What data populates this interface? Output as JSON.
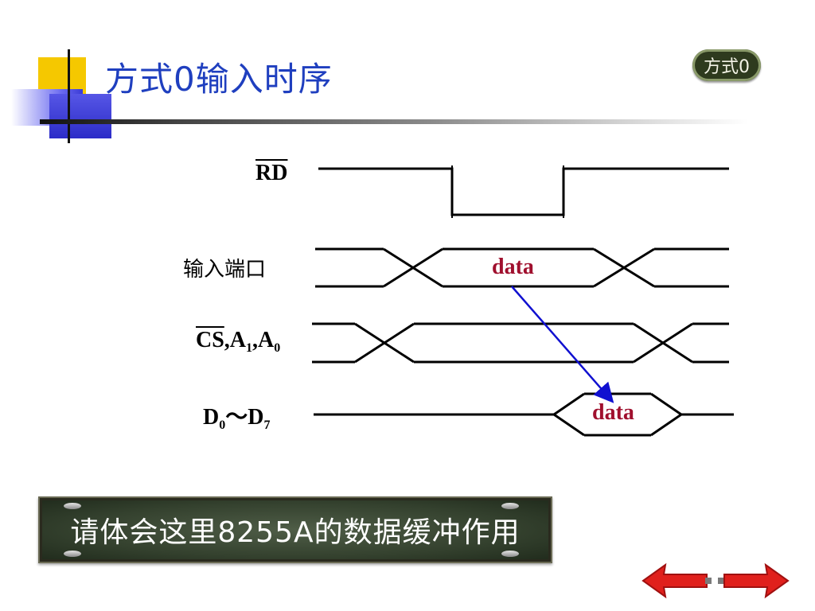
{
  "slide": {
    "title": "方式0输入时序",
    "badge": "方式0",
    "footer_note": "请体会这里8255A的数据缓冲作用"
  },
  "timing": {
    "rd": "RD",
    "input_port": "输入端口",
    "cs_prefix": "CS",
    "cs_rest": ",A",
    "a1_sub": "1",
    "a0_sep": ",A",
    "a0_sub": "0",
    "d_main": "D",
    "d0_sub": "0",
    "d_tilde": "～D",
    "d7_sub": "7",
    "data_port": "data",
    "data_bus": "data"
  },
  "colors": {
    "title": "#1f3fbf",
    "data_text": "#a0102e",
    "arrow": "#1010d0",
    "nav_arrows": "#e0201c"
  },
  "icons": [
    "back-arrow-icon",
    "forward-arrow-icon"
  ]
}
